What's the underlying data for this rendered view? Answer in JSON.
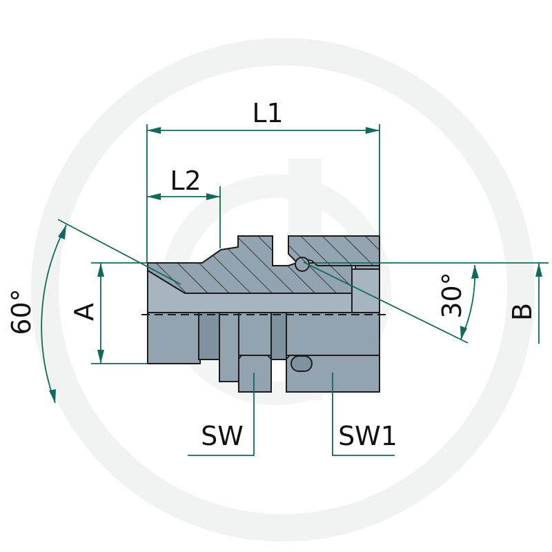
{
  "drawing": {
    "labels": {
      "L1": "L1",
      "L2": "L2",
      "A": "A",
      "B": "B",
      "SW": "SW",
      "SW1": "SW1",
      "angle60": "60°",
      "angle30": "30°"
    },
    "colors": {
      "dimension": "#0e6b5c",
      "steel": "#93a4b0",
      "outline": "#1b1b1b",
      "watermark": "#f0f3f2"
    }
  }
}
